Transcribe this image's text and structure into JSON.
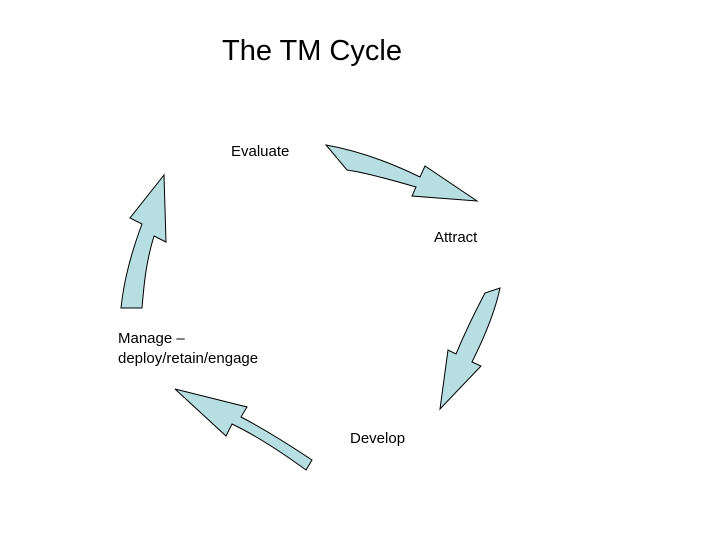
{
  "diagram": {
    "title": "The TM Cycle",
    "nodes": [
      {
        "id": "evaluate",
        "label": "Evaluate"
      },
      {
        "id": "attract",
        "label": "Attract"
      },
      {
        "id": "develop",
        "label": "Develop"
      },
      {
        "id": "manage",
        "label_line1": "Manage –",
        "label_line2": "deploy/retain/engage"
      }
    ],
    "edges": [
      {
        "from": "evaluate",
        "to": "attract"
      },
      {
        "from": "attract",
        "to": "develop"
      },
      {
        "from": "develop",
        "to": "manage"
      },
      {
        "from": "manage",
        "to": "evaluate"
      }
    ],
    "colors": {
      "arrow_fill": "#b7dee1",
      "arrow_stroke": "#000000",
      "background": "#ffffff"
    }
  }
}
